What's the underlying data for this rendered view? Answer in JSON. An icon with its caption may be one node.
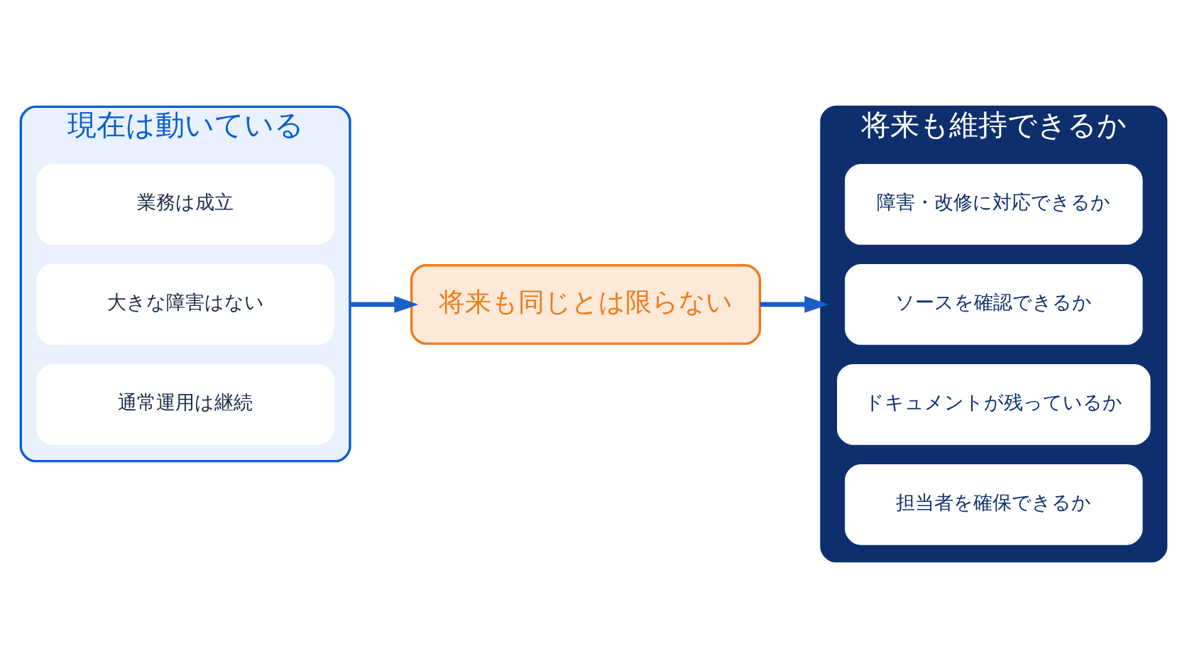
{
  "diagram": {
    "nodes": [
      {
        "text": [
          "現在は動いている"
        ]
      },
      {
        "text": [
          "通常運用は継続"
        ],
        "in": 0
      },
      {
        "text": [
          "大きな障害はない"
        ],
        "in": 0
      },
      {
        "text": [
          "業務は成立"
        ],
        "in": 0
      },
      {
        "text": [
          "将来も同じとは限らない"
        ]
      },
      {
        "text": [
          "将来も維持できるか"
        ]
      },
      {
        "text": [
          "担当者を確保できるか"
        ],
        "in": 5
      },
      {
        "text": [
          "ドキュメントが残っているか"
        ],
        "in": 5
      },
      {
        "text": [
          "ソースを確認できるか"
        ],
        "in": 5
      },
      {
        "text": [
          "障害・改修に対応できるか"
        ],
        "in": 5
      }
    ],
    "edges": [
      {
        "from": 0,
        "to": 4,
        "arrow": "to"
      },
      {
        "from": 4,
        "to": 5,
        "arrow": "to"
      }
    ]
  }
}
